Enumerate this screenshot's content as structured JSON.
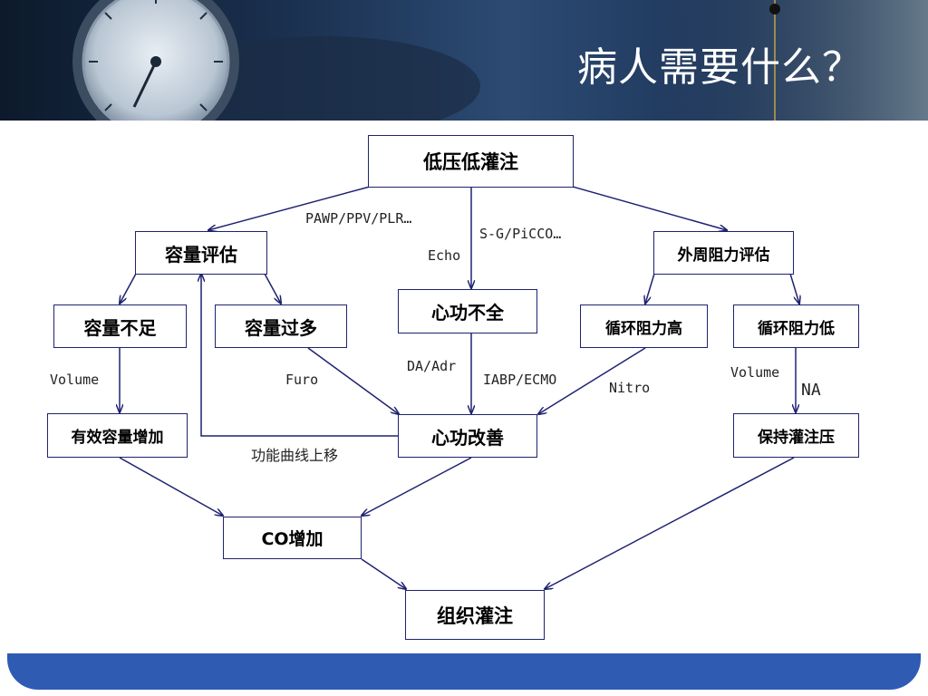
{
  "title": "病人需要什么？",
  "nodes": {
    "hypotension": "低压低灌注",
    "volume_assess": "容量评估",
    "svr_assess": "外周阻力评估",
    "cardiac_insufficiency": "心功不全",
    "volume_deficit": "容量不足",
    "volume_overload": "容量过多",
    "svr_high": "循环阻力高",
    "svr_low": "循环阻力低",
    "effective_volume_up": "有效容量增加",
    "cardiac_improved": "心功改善",
    "maintain_perfusion": "保持灌注压",
    "co_increase": "CO增加",
    "tissue_perfusion": "组织灌注"
  },
  "labels": {
    "pawp": "PAWP/PPV/PLR…",
    "sg": "S-G/PiCCO…",
    "echo": "Echo",
    "volume_left": "Volume",
    "furo": "Furo",
    "da_adr": "DA/Adr",
    "iabp": "IABP/ECMO",
    "nitro": "Nitro",
    "volume_right": "Volume",
    "na": "NA",
    "curve_shift": "功能曲线上移"
  },
  "colors": {
    "line": "#1f2270",
    "footer": "#2f5bb3",
    "header_dark": "#0d1a2c"
  }
}
